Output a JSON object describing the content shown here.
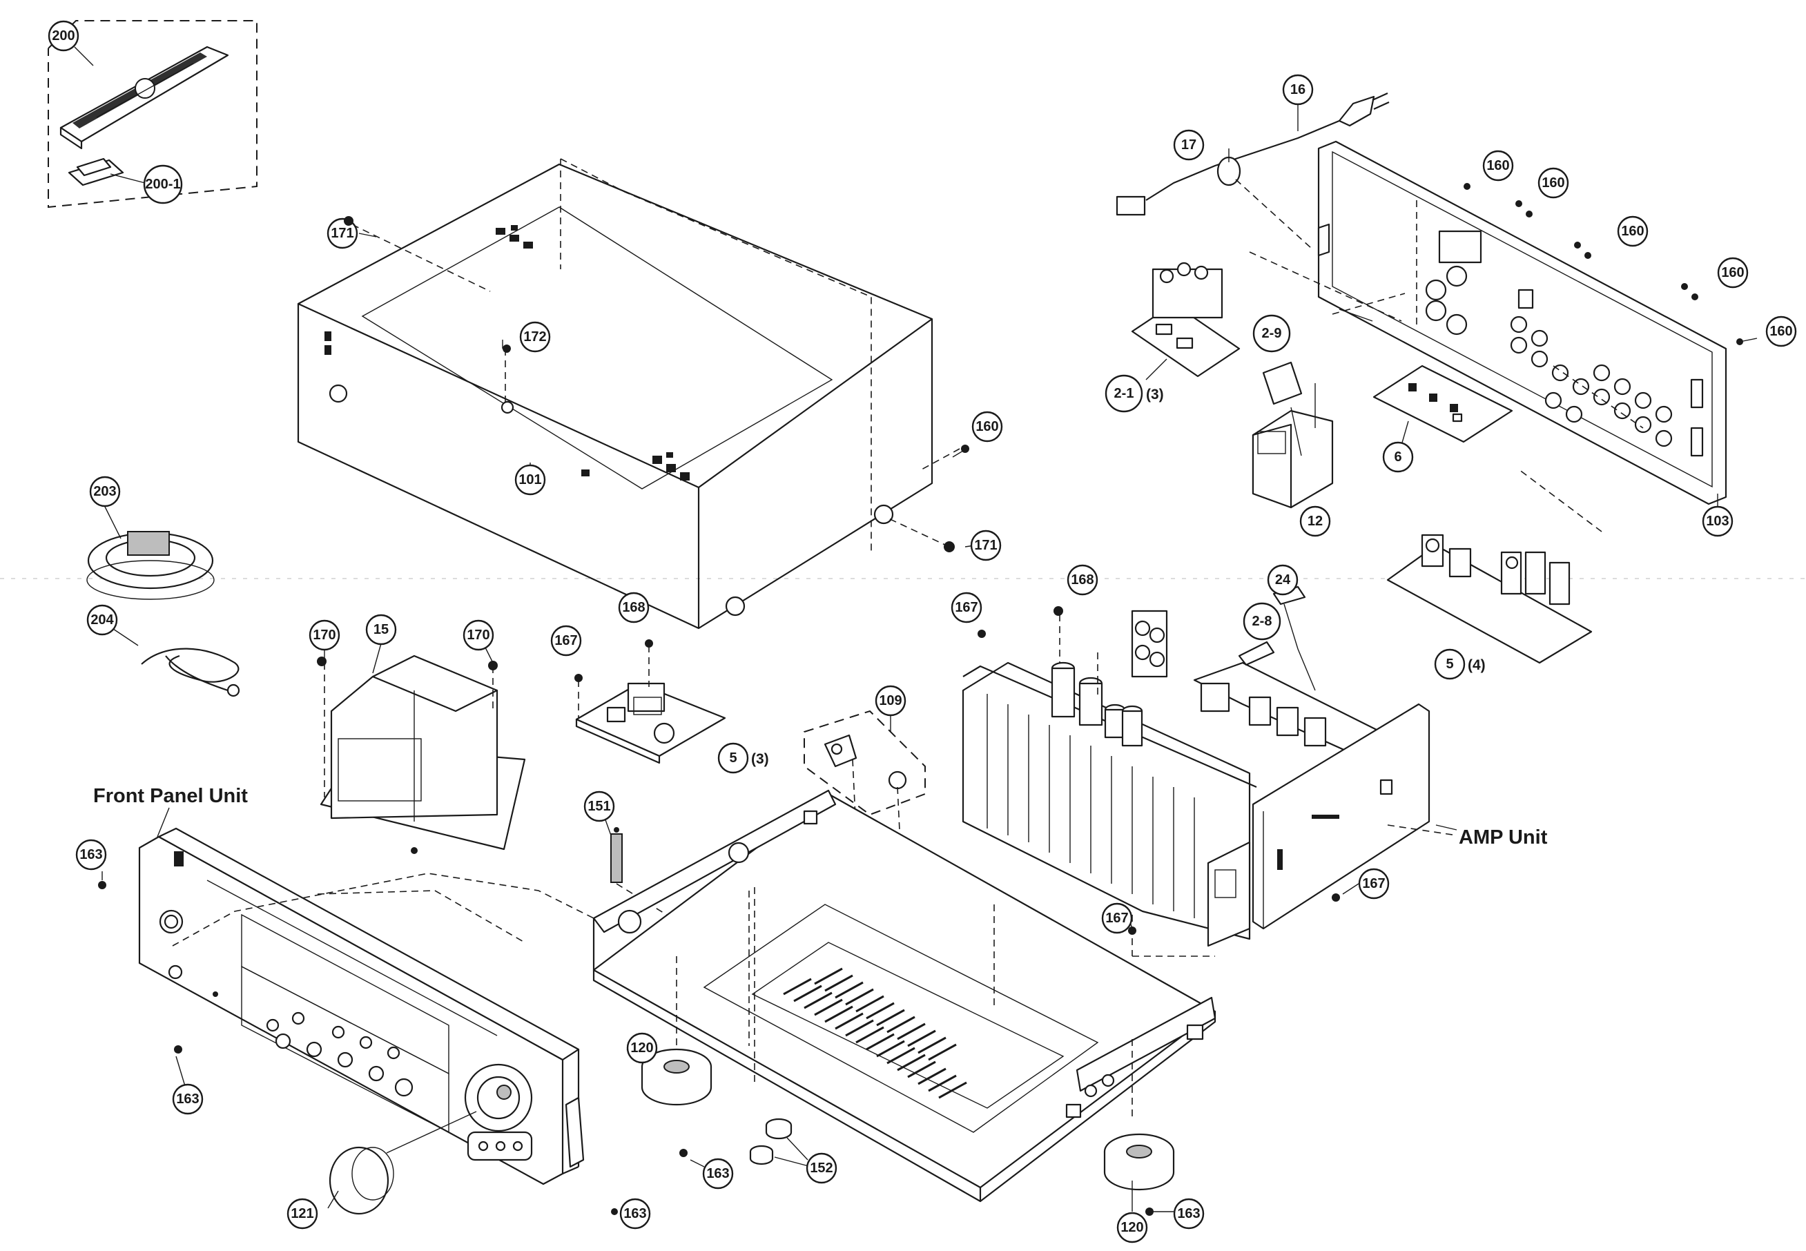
{
  "labels": {
    "front_panel": "Front Panel Unit",
    "amp": "AMP Unit"
  },
  "callouts": {
    "c200": "200",
    "c200_1": "200-1",
    "c203": "203",
    "c204": "204",
    "c171a": "171",
    "c171b": "171",
    "c172": "172",
    "c101": "101",
    "c160a": "160",
    "c160b": "160",
    "c160c": "160",
    "c160d": "160",
    "c160e": "160",
    "c160f": "160",
    "c16": "16",
    "c17": "17",
    "c2_9": "2-9",
    "c2_1": "2-1",
    "c6": "6",
    "c12": "12",
    "c103": "103",
    "c5a": "5",
    "c5b": "5",
    "c24": "24",
    "c2_8": "2-8",
    "c168a": "168",
    "c168b": "168",
    "c167a": "167",
    "c167b": "167",
    "c167c": "167",
    "c167d": "167",
    "c15": "15",
    "c170a": "170",
    "c170b": "170",
    "c109": "109",
    "c151": "151",
    "c163a": "163",
    "c163b": "163",
    "c163c": "163",
    "c163d": "163",
    "c163e": "163",
    "c120a": "120",
    "c120b": "120",
    "c121": "121",
    "c152": "152"
  },
  "quantities": {
    "q2_1": "(3)",
    "q5_amp": "(4)",
    "q5_small": "(3)"
  }
}
